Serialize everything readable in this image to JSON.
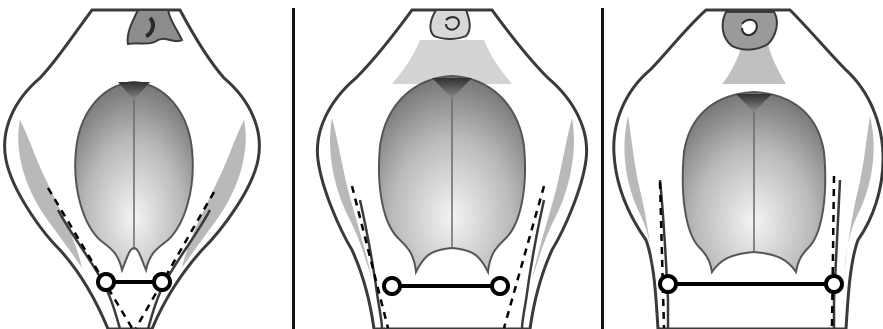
{
  "figure": {
    "panel_count": 3,
    "colors": {
      "background": "#ffffff",
      "outline": "#3a3a3a",
      "body_fill": "#ffffff",
      "shade": "#a3a3a3",
      "udder_light": "#f2f2f2",
      "udder_dark": "#6e6e6e",
      "marker": "#000000"
    }
  },
  "panels": [
    {
      "id": "panel-1",
      "leg_spacing": "narrow",
      "hock_gap_fraction": 0.06
    },
    {
      "id": "panel-2",
      "leg_spacing": "medium",
      "hock_gap_fraction": 0.39
    },
    {
      "id": "panel-3",
      "leg_spacing": "wide",
      "hock_gap_fraction": 0.6
    }
  ]
}
